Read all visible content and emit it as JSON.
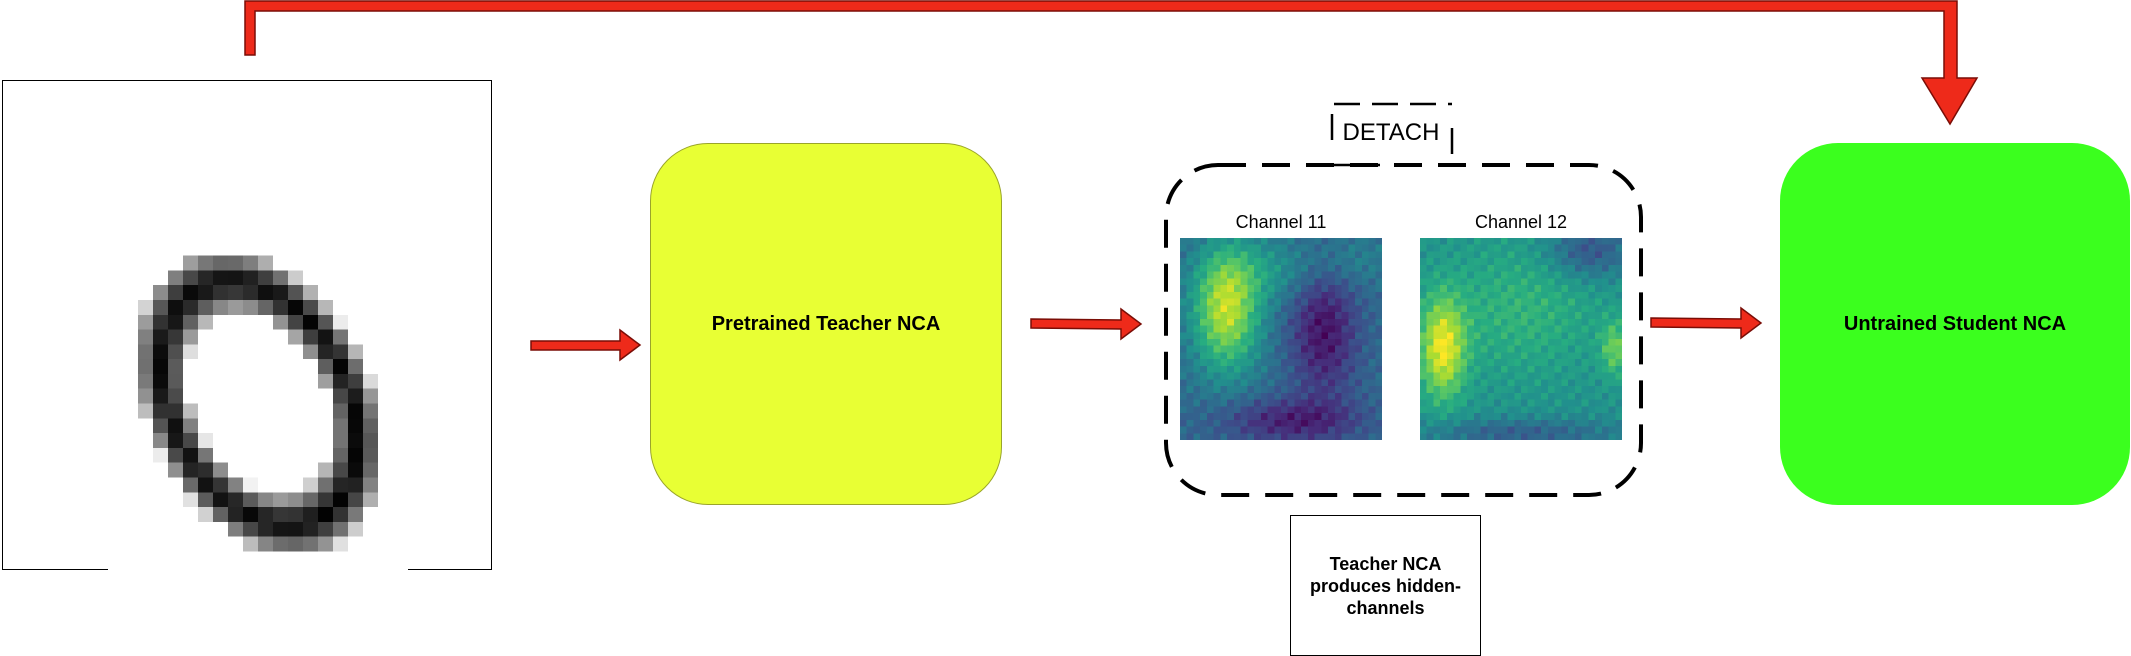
{
  "nodes": {
    "teacher": {
      "label": "Pretrained Teacher NCA",
      "color": "#e8ff34"
    },
    "student": {
      "label": "Untrained Student NCA",
      "color": "#3bff1e"
    },
    "note": {
      "label": "Teacher NCA produces hidden-channels"
    },
    "detach": {
      "label": "DETACH"
    },
    "channels": [
      {
        "label": "Channel 11"
      },
      {
        "label": "Channel 12"
      }
    ]
  },
  "colors": {
    "arrow_fill": "#ee2a1a",
    "arrow_stroke": "#7a0d06",
    "dashed": "#000000"
  }
}
